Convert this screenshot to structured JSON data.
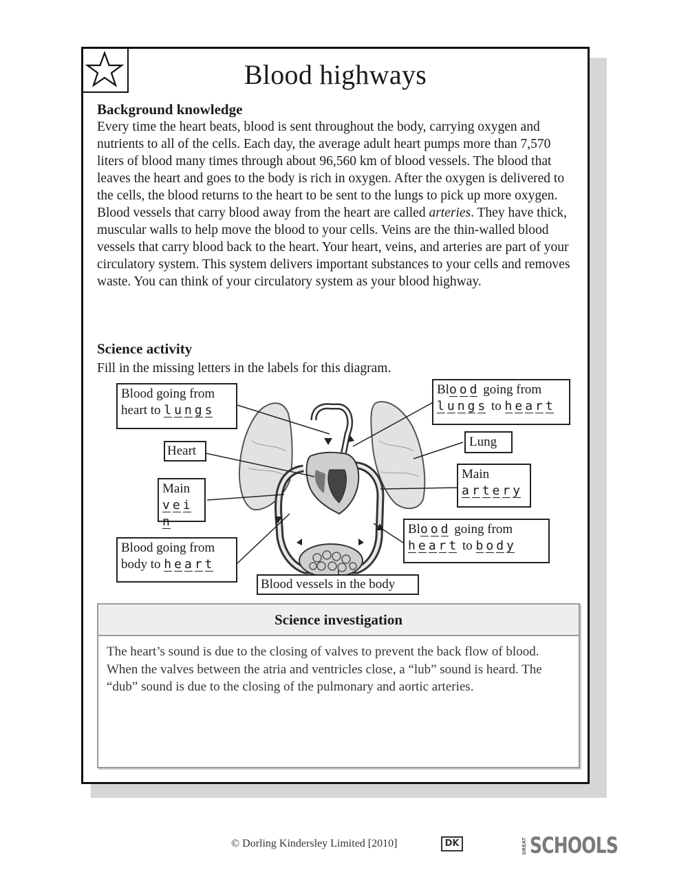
{
  "title": "Blood highways",
  "background": {
    "heading": "Background knowledge",
    "text_before": "Every time the heart beats, blood is sent throughout the body, carrying oxygen and nutrients to all of the cells. Each day, the average adult heart pumps more than 7,570 liters of blood many times through about 96,560 km of blood vessels. The blood that leaves the heart and goes to the body is rich in oxygen. After the oxygen is delivered to the cells, the blood returns to the heart to be sent to the lungs to pick up more oxygen. Blood vessels that carry blood away from the heart are called ",
    "text_italic": "arteries",
    "text_after": ". They have thick, muscular walls to help move the blood to your cells. Veins are the thin-walled blood vessels that carry blood back to the heart. Your heart, veins, and arteries are part of your circulatory system. This system delivers important substances to your cells and removes waste. You can think of your circulatory system as your blood highway."
  },
  "activity": {
    "heading": "Science activity",
    "instruction": "Fill in the missing letters in the labels for this diagram."
  },
  "labels": {
    "heart_to_lungs_line1": "Blood going from",
    "heart_to_lungs_line2": "heart to",
    "heart_to_lungs_fill": "lungs",
    "lungs_to_heart_pre": "Bl",
    "lungs_to_heart_fill1": "ood",
    "lungs_to_heart_post": " going from",
    "lungs_to_heart_fill2": "lungs",
    "lungs_to_heart_mid": " to ",
    "lungs_to_heart_fill3": "heart",
    "heart": "Heart",
    "lung": "Lung",
    "main_vein_line1": "Main",
    "main_vein_fill": "vein",
    "main_artery_line1": "Main",
    "main_artery_fill": "artery",
    "body_to_heart_line1": "Blood going from",
    "body_to_heart_line2": "body to",
    "body_to_heart_fill": "heart",
    "heart_to_body_pre": "Bl",
    "heart_to_body_fill1": "ood",
    "heart_to_body_post": " going from",
    "heart_to_body_fill2": "heart",
    "heart_to_body_mid": " to ",
    "heart_to_body_fill3": "body",
    "vessels_body": "Blood vessels in the body"
  },
  "investigation": {
    "heading": "Science investigation",
    "text": "The heart’s sound is due to the closing of valves to prevent the back flow of blood. When the valves between the atria and ventricles close, a “lub” sound is heard. The “dub” sound is due to the closing of the pulmonary and aortic arteries."
  },
  "footer": {
    "copyright": "© Dorling Kindersley Limited [2010]",
    "dk_logo": "DK",
    "gs_small": "GREAT",
    "gs_logo": "SCHOOLS"
  }
}
